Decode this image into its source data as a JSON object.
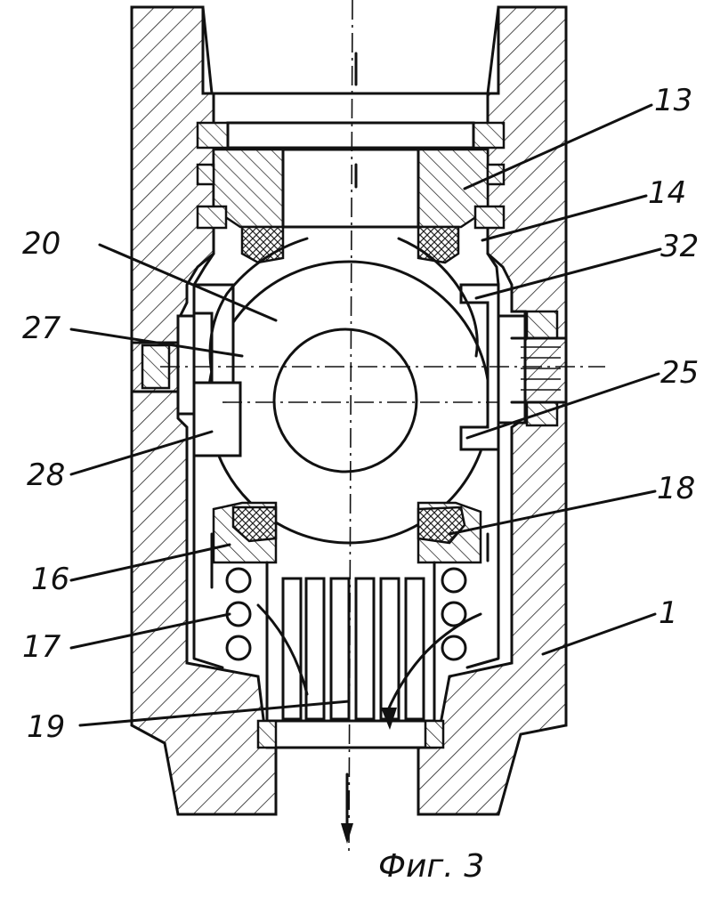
{
  "figure": {
    "caption": "Фиг. 3"
  },
  "callouts": {
    "c13": "13",
    "c14": "14",
    "c20": "20",
    "c32": "32",
    "c27": "27",
    "c25": "25",
    "c28": "28",
    "c18": "18",
    "c16": "16",
    "c1": "1",
    "c17": "17",
    "c19": "19"
  }
}
